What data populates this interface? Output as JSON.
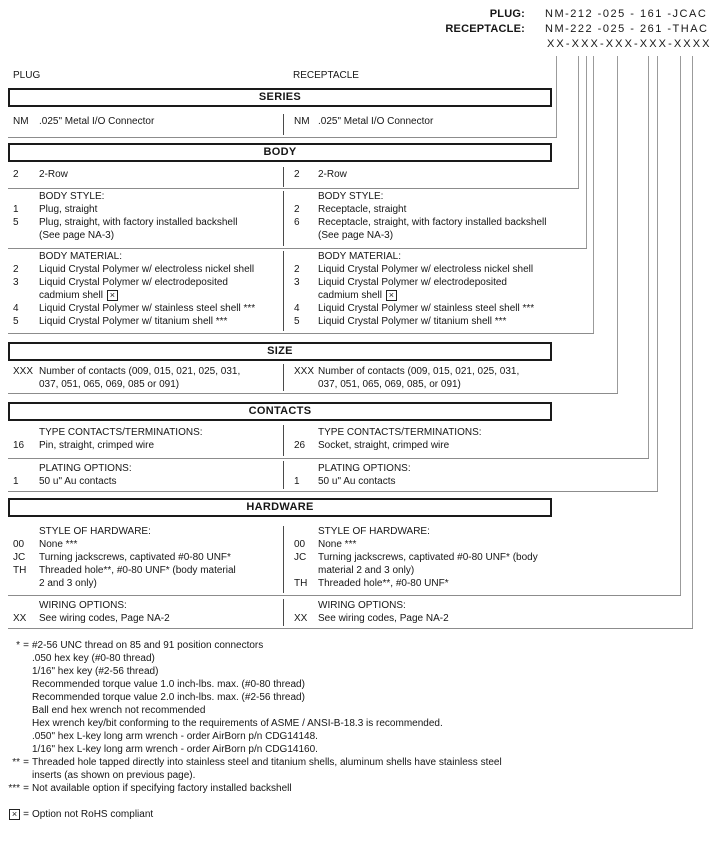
{
  "part_numbers": {
    "plug_label": "PLUG:",
    "plug_value": "NM-212 -025 - 161 -JCAC",
    "receptacle_label": "RECEPTACLE:",
    "receptacle_value": "NM-222 -025 - 261 -THAC",
    "digit_mask": "XX-XXX-XXX-XXX-XXXX"
  },
  "column_headers": {
    "left": "PLUG",
    "right": "RECEPTACLE"
  },
  "icons": {
    "x_mark": "×"
  },
  "sections": {
    "series": {
      "title": "SERIES",
      "left": {
        "code": "NM",
        "desc": ".025\" Metal I/O Connector"
      },
      "right": {
        "code": "NM",
        "desc": ".025\" Metal I/O Connector"
      }
    },
    "body": {
      "title": "BODY",
      "row": {
        "left": {
          "code": "2",
          "desc": "2-Row"
        },
        "right": {
          "code": "2",
          "desc": "2-Row"
        }
      },
      "style": {
        "label": "BODY STYLE:",
        "left": [
          {
            "code": "1",
            "desc": "Plug, straight"
          },
          {
            "code": "5",
            "desc": "Plug, straight, with factory installed backshell"
          },
          {
            "code": "",
            "desc": "(See page NA-3)"
          }
        ],
        "right": [
          {
            "code": "2",
            "desc": "Receptacle, straight"
          },
          {
            "code": "6",
            "desc": "Receptacle, straight, with factory installed backshell"
          },
          {
            "code": "",
            "desc": "(See page NA-3)"
          }
        ]
      },
      "material": {
        "label": "BODY MATERIAL:",
        "left": [
          {
            "code": "2",
            "desc": "Liquid Crystal Polymer w/ electroless nickel shell"
          },
          {
            "code": "3",
            "desc": "Liquid Crystal Polymer w/ electrodeposited"
          },
          {
            "code": "",
            "desc": "cadmium shell"
          },
          {
            "code": "4",
            "desc": "Liquid Crystal Polymer w/ stainless steel shell ***"
          },
          {
            "code": "5",
            "desc": "Liquid Crystal Polymer w/ titanium shell ***"
          }
        ],
        "right": [
          {
            "code": "2",
            "desc": "Liquid Crystal Polymer w/ electroless nickel shell"
          },
          {
            "code": "3",
            "desc": "Liquid Crystal Polymer w/ electrodeposited"
          },
          {
            "code": "",
            "desc": "cadmium shell"
          },
          {
            "code": "4",
            "desc": "Liquid Crystal Polymer w/ stainless steel shell ***"
          },
          {
            "code": "5",
            "desc": "Liquid Crystal Polymer w/ titanium shell ***"
          }
        ]
      }
    },
    "size": {
      "title": "SIZE",
      "left": {
        "code": "XXX",
        "desc1": "Number of contacts (009, 015, 021, 025, 031,",
        "desc2": "037, 051, 065, 069, 085 or 091)"
      },
      "right": {
        "code": "XXX",
        "desc1": "Number of contacts (009, 015, 021, 025, 031,",
        "desc2": "037, 051, 065, 069, 085, or 091)"
      }
    },
    "contacts": {
      "title": "CONTACTS",
      "type": {
        "label": "TYPE CONTACTS/TERMINATIONS:",
        "left": {
          "code": "16",
          "desc": "Pin, straight, crimped wire"
        },
        "right": {
          "code": "26",
          "desc": "Socket, straight, crimped wire"
        }
      },
      "plating": {
        "label": "PLATING OPTIONS:",
        "left": {
          "code": "1",
          "desc": "50 u\" Au contacts"
        },
        "right": {
          "code": "1",
          "desc": "50 u\" Au contacts"
        }
      }
    },
    "hardware": {
      "title": "HARDWARE",
      "style": {
        "label": "STYLE OF HARDWARE:",
        "left": [
          {
            "code": "00",
            "desc": "None ***"
          },
          {
            "code": "JC",
            "desc": "Turning jackscrews, captivated #0-80 UNF*"
          },
          {
            "code": "TH",
            "desc": "Threaded hole**, #0-80 UNF* (body material"
          },
          {
            "code": "",
            "desc": "2 and 3 only)"
          }
        ],
        "right": [
          {
            "code": "00",
            "desc": "None ***"
          },
          {
            "code": "JC",
            "desc": "Turning jackscrews, captivated #0-80 UNF* (body"
          },
          {
            "code": "",
            "desc": "material 2 and 3 only)"
          },
          {
            "code": "TH",
            "desc": "Threaded hole**, #0-80 UNF*"
          }
        ]
      },
      "wiring": {
        "label": "WIRING OPTIONS:",
        "left": {
          "code": "XX",
          "desc": "See wiring codes, Page NA-2"
        },
        "right": {
          "code": "XX",
          "desc": "See wiring codes, Page NA-2"
        }
      }
    }
  },
  "footnotes": {
    "star": {
      "marker": "*",
      "eq": "=",
      "lines": [
        "#2-56 UNC thread on 85 and 91 position connectors",
        ".050 hex key (#0-80 thread)",
        "1/16\" hex key (#2-56 thread)",
        "Recommended torque value 1.0 inch-lbs. max. (#0-80 thread)",
        "Recommended torque value 2.0 inch-lbs. max. (#2-56 thread)",
        "Ball end hex wrench not recommended",
        "Hex wrench key/bit conforming to the requirements of ASME / ANSI-B-18.3 is recommended.",
        ".050\" hex L-key long arm wrench - order AirBorn p/n CDG14148.",
        "1/16\" hex L-key long arm wrench - order AirBorn p/n CDG14160."
      ]
    },
    "dstar": {
      "marker": "**",
      "eq": "=",
      "lines": [
        "Threaded hole tapped directly into stainless steel and titanium shells, aluminum shells have stainless steel",
        "inserts (as shown on previous page)."
      ]
    },
    "tstar": {
      "marker": "***",
      "eq": "=",
      "lines": [
        "Not available option if specifying factory installed backshell"
      ]
    },
    "rohs": {
      "eq": "=",
      "text": "Option not RoHS compliant"
    }
  }
}
